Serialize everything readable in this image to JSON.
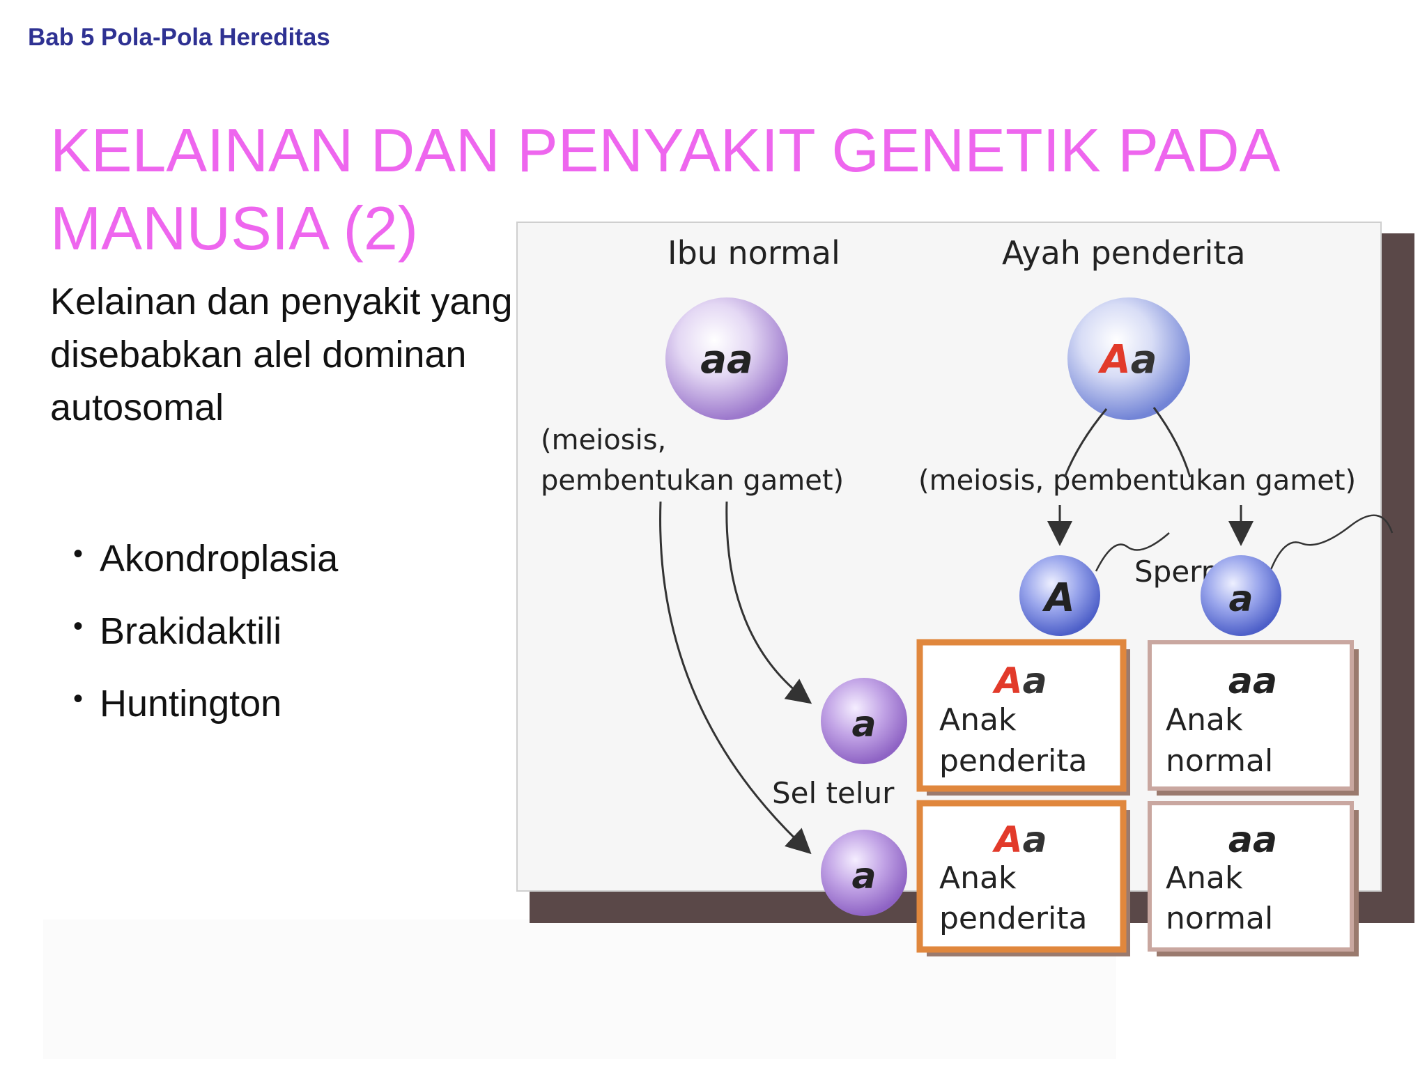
{
  "header": {
    "chapter": "Bab 5 Pola-Pola Hereditas"
  },
  "title": "KELAINAN DAN PENYAKIT GENETIK PADA MANUSIA (2)",
  "intro": "Kelainan dan penyakit yang disebabkan alel dominan autosomal",
  "bullets": [
    "Akondroplasia",
    "Brakidaktili",
    "Huntington"
  ],
  "diagram": {
    "mother_label": "Ibu normal",
    "father_label": "Ayah penderita",
    "mother_genotype": "aa",
    "father_genotype_dominant": "A",
    "father_genotype_recessive": "a",
    "meiosis_left_line1": "(meiosis,",
    "meiosis_left_line2": "pembentukan gamet)",
    "meiosis_right": "(meiosis, pembentukan gamet)",
    "sperm_label": "Sperma",
    "sperm_1": "A",
    "sperm_2": "a",
    "egg_label": "Sel telur",
    "egg_1": "a",
    "egg_2": "a",
    "cells": [
      {
        "gen_dom": "A",
        "gen_rec": "a",
        "line1": "Anak",
        "line2": "penderita"
      },
      {
        "gen_dom": "",
        "gen_rec": "aa",
        "line1": "Anak",
        "line2": "normal"
      },
      {
        "gen_dom": "A",
        "gen_rec": "a",
        "line1": "Anak",
        "line2": "penderita"
      },
      {
        "gen_dom": "",
        "gen_rec": "aa",
        "line1": "Anak",
        "line2": "normal"
      }
    ],
    "colors": {
      "title": "#ee66ee",
      "header": "#2e3192",
      "affected_border": "#e0873d",
      "normal_border": "#c9a7a0",
      "dominant_allele": "#e23a2a",
      "mother_cell": "#b08ad8",
      "father_cell": "#7e8fe0"
    }
  }
}
